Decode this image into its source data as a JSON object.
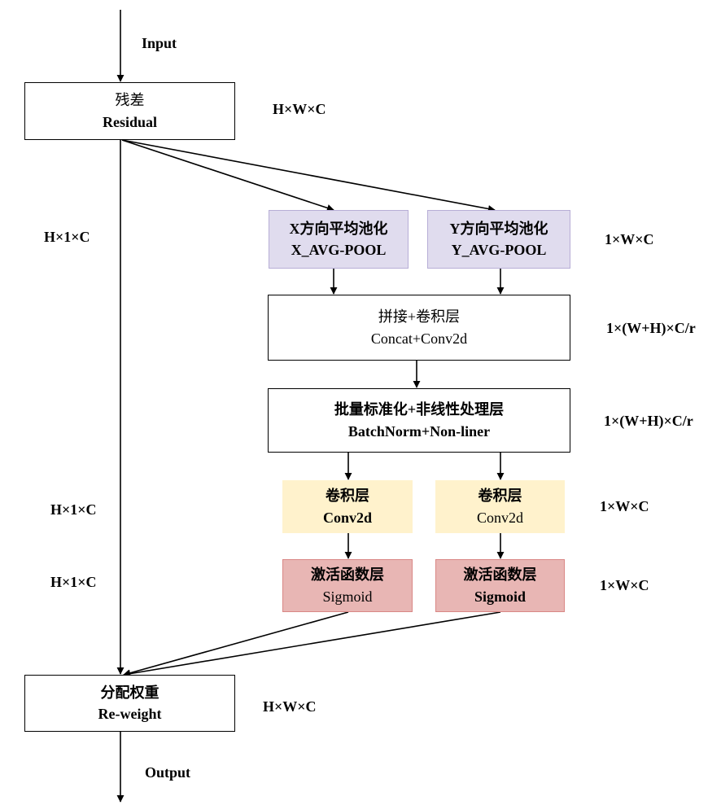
{
  "flow": {
    "input_label": "Input",
    "output_label": "Output"
  },
  "nodes": {
    "residual": {
      "zh": "残差",
      "en": "Residual"
    },
    "x_pool": {
      "zh": "X方向平均池化",
      "en": "X_AVG-POOL"
    },
    "y_pool": {
      "zh": "Y方向平均池化",
      "en": "Y_AVG-POOL"
    },
    "concat": {
      "zh": "拼接+卷积层",
      "en": "Concat+Conv2d"
    },
    "bn": {
      "zh": "批量标准化+非线性处理层",
      "en": "BatchNorm+Non-liner"
    },
    "conv_left": {
      "zh": "卷积层",
      "en": "Conv2d"
    },
    "conv_right": {
      "zh": "卷积层",
      "en": "Conv2d"
    },
    "sig_left": {
      "zh": "激活函数层",
      "en": "Sigmoid"
    },
    "sig_right": {
      "zh": "激活函数层",
      "en": "Sigmoid"
    },
    "reweight": {
      "zh": "分配权重",
      "en": "Re-weight"
    }
  },
  "dims": {
    "residual": "H×W×C",
    "left_top": "H×1×C",
    "pool": "1×W×C",
    "concat": "1×(W+H)×C/r",
    "bn": "1×(W+H)×C/r",
    "left_conv": "H×1×C",
    "right_conv": "1×W×C",
    "left_sig": "H×1×C",
    "right_sig": "1×W×C",
    "reweight": "H×W×C"
  },
  "colors": {
    "pool_fill": "#e0dcee",
    "pool_border": "#b7aed6",
    "conv_fill": "#fff2cc",
    "act_fill": "#e8b6b4",
    "act_border": "#d98785",
    "line": "#000000"
  }
}
